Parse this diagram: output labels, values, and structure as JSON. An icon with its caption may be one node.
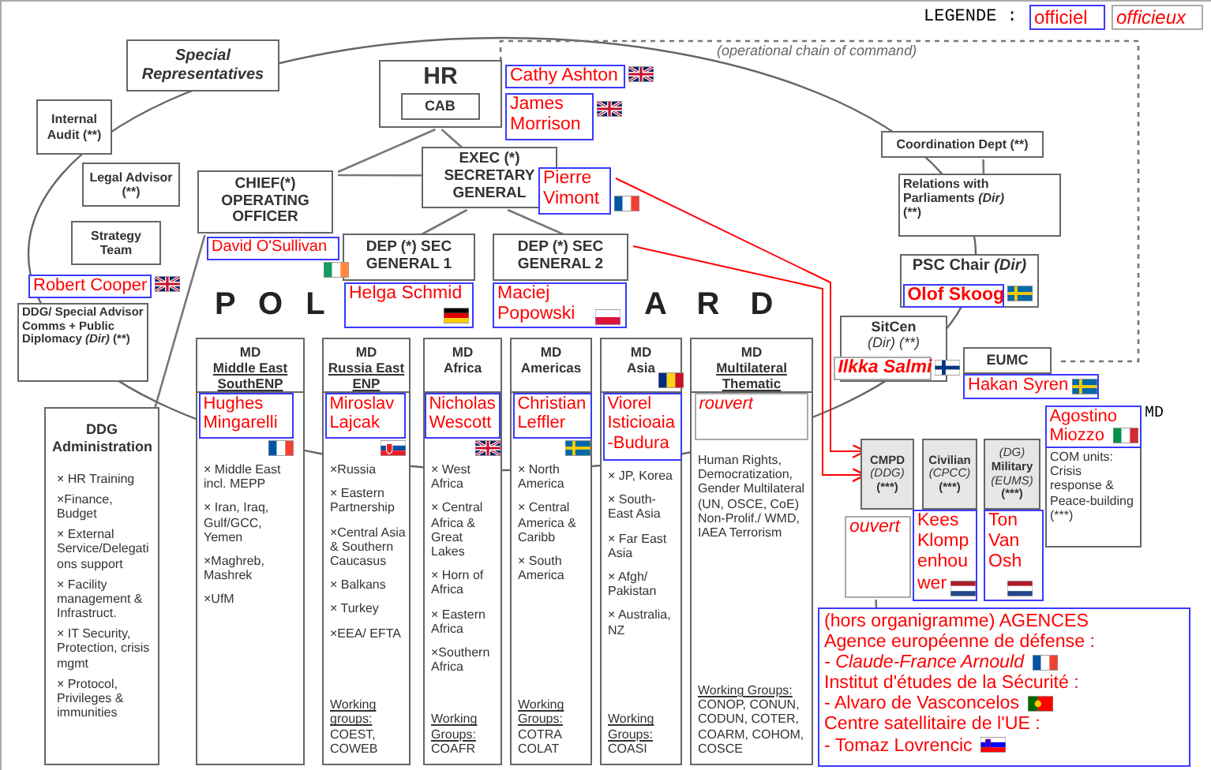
{
  "diagram": {
    "nodes": [
      {
        "text": [
          "Special Representatives"
        ]
      },
      {
        "text": [
          "HR"
        ]
      },
      {
        "text": [
          "CAB"
        ],
        "in": 1
      },
      {
        "text": [
          "Internal Audit (**)"
        ]
      },
      {
        "text": [
          "Legal Advisor (**)"
        ]
      },
      {
        "text": [
          "CHIEF(*) OPERATING OFFICER"
        ]
      },
      {
        "text": [
          "EXEC (*) SECRETARY GENERAL"
        ]
      },
      {
        "text": [
          "DEP (*) SEC GENERAL 1"
        ]
      },
      {
        "text": [
          "DEP (*) SEC GENERAL 2"
        ]
      },
      {
        "text": [
          "Strategy Team"
        ]
      },
      {
        "text": [
          "DDG/ Special Advisor Comms + Public Diplomacy *(Dir)* (**)"
        ]
      },
      {
        "text": [
          "DDG Administration",
          "× HR Training",
          "×Finance, Budget",
          "× External Service/Delegations support",
          "× Facility management & Infrastruct.",
          "× IT Security, Protection, crisis mgmt",
          "× Protocol, Privileges & immunities"
        ]
      },
      {
        "text": [
          "MD",
          "Middle East SouthENP",
          "× Middle East incl. MEPP",
          "× Iran, Iraq, Gulf/GCC, Yemen",
          "×Maghreb, Mashrek",
          "×UfM"
        ]
      },
      {
        "text": [
          "MD",
          "Russia East ENP",
          "×Russia",
          "× Eastern Partnership",
          "×Central Asia & Southern Caucasus",
          "× Balkans",
          "× Turkey",
          "×EEA/ EFTA",
          "Working groups:",
          "COEST, COWEB"
        ]
      },
      {
        "text": [
          "MD",
          "Africa",
          "× West Africa",
          "× Central Africa & Great Lakes",
          "× Horn of Africa",
          "× Eastern Africa",
          "×Southern Africa",
          "Working Groups:",
          "COAFR"
        ]
      },
      {
        "text": [
          "MD",
          "Americas",
          "× North America",
          "× Central America & Caribb",
          "× South America",
          "Working Groups:",
          "COTRA COLAT"
        ]
      },
      {
        "text": [
          "MD",
          "Asia",
          "× JP, Korea",
          "× South-East Asia",
          "× Far East Asia",
          "× Afgh/ Pakistan",
          "× Australia, NZ",
          "Working Groups:",
          "COASI"
        ]
      },
      {
        "text": [
          "MD",
          "Multilateral Thematic",
          "Human Rights, Democratization, Gender Multilateral (UN, OSCE, CoE) Non-Prolif./ WMD, IAEA Terrorism",
          "Working Groups:",
          "CONOP, CONUN, CODUN, COTER, COARM, COHOM, COSCE"
        ]
      },
      {
        "text": [
          "Coordination Dept (**)"
        ]
      },
      {
        "text": [
          "Relations with Parliaments *(Dir)*",
          "(**)"
        ]
      },
      {
        "text": [
          "PSC Chair *(Dir)*"
        ]
      },
      {
        "text": [
          "SitCen",
          "(Dir) (**)"
        ]
      },
      {
        "text": [
          "EUMC"
        ]
      },
      {
        "text": [
          "CMPD",
          "(DDG)",
          "(***)"
        ]
      },
      {
        "text": [
          "Civilian",
          "(CPCC)",
          "(***)"
        ]
      },
      {
        "text": [
          "(DG)",
          "Military",
          "(EUMS)",
          "(***)"
        ]
      },
      {
        "text": [
          "COM units: Crisis response & Peace-building",
          "(***)"
        ]
      },
      {
        "text": [
          "ouvert"
        ]
      },
      {
        "text": [
          "(hors organigramme) AGENCES",
          "Agence européenne de défense :",
          "- Claude-France Arnould",
          "Institut d'études de la Sécurité :",
          "- Alvaro de Vasconcelos",
          "Centre satellitaire de l'UE :",
          "- Tomaz Lovrencic"
        ]
      },
      {
        "text": [
          "Cathy Ashton"
        ]
      },
      {
        "text": [
          "James Morrison"
        ]
      },
      {
        "text": [
          "Pierre Vimont"
        ]
      },
      {
        "text": [
          "David O'Sullivan"
        ]
      },
      {
        "text": [
          "Robert Cooper"
        ]
      },
      {
        "text": [
          "Helga Schmid"
        ]
      },
      {
        "text": [
          "Maciej Popowski"
        ]
      },
      {
        "text": [
          "Hughes Mingarelli"
        ],
        "in": 12
      },
      {
        "text": [
          "Miroslav Lajcak"
        ],
        "in": 13
      },
      {
        "text": [
          "Nicholas Wescott"
        ],
        "in": 14
      },
      {
        "text": [
          "Christian Leffler"
        ],
        "in": 15
      },
      {
        "text": [
          "Viorel Isticioaia -Budura"
        ],
        "in": 16
      },
      {
        "text": [
          "rouvert"
        ],
        "in": 17
      },
      {
        "text": [
          "Olof Skoog"
        ],
        "in": 20
      },
      {
        "text": [
          "Ilkka Salmi"
        ],
        "in": 21
      },
      {
        "text": [
          "Hakan Syren"
        ]
      },
      {
        "text": [
          "Agostino Miozzo"
        ],
        "in": 26
      },
      {
        "text": [
          "Kees Klompenhouwer"
        ]
      },
      {
        "text": [
          "Ton Van Osh"
        ]
      }
    ],
    "edges": [
      {
        "from": 1,
        "to": 5,
        "arrow": "none"
      },
      {
        "from": 1,
        "to": 6,
        "arrow": "none"
      },
      {
        "from": 5,
        "to": 6,
        "arrow": "none"
      },
      {
        "from": 6,
        "to": 7,
        "arrow": "none"
      },
      {
        "from": 6,
        "to": 8,
        "arrow": "none"
      },
      {
        "from": 5,
        "to": 11,
        "arrow": "none"
      },
      {
        "from": 18,
        "to": 19,
        "arrow": "none"
      },
      {
        "from": 1,
        "to": 22,
        "arrow": "none",
        "style": "dashed",
        "label": "(operational chain of command)"
      },
      {
        "from": 31,
        "to": 23,
        "arrow": "to",
        "color": "#ff0000"
      },
      {
        "from": 8,
        "to": 23,
        "arrow": "to",
        "color": "#ff0000"
      },
      {
        "from": 27,
        "to": 28,
        "arrow": "none"
      }
    ],
    "labels": [
      "P O L",
      "A R D",
      "LEGENDE :",
      "MD"
    ],
    "legend": [
      {
        "text": "officiel"
      },
      {
        "text": "officieux"
      }
    ]
  }
}
